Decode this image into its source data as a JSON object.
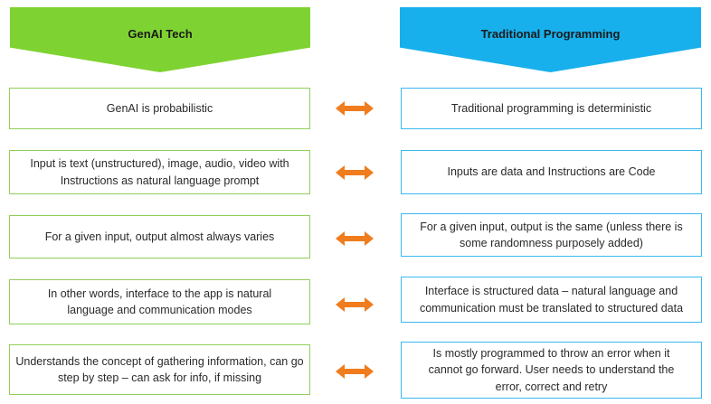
{
  "headers": {
    "left": "GenAI Tech",
    "right": "Traditional  Programming"
  },
  "left_color": "#7ed332",
  "right_color": "#18b0ec",
  "arrow_color": "#f07c1e",
  "rows": [
    {
      "left": "GenAI is probabilistic",
      "right": "Traditional programming is deterministic"
    },
    {
      "left": "Input is text (unstructured), image, audio, video with Instructions as natural language prompt",
      "right": "Inputs are data and Instructions are Code"
    },
    {
      "left": "For a given input, output almost always varies",
      "right": "For a given input, output is the same (unless there is some randomness purposely added)"
    },
    {
      "left": "In other words, interface to the app is natural language and communication modes",
      "right": "Interface is structured data – natural language and communication must be translated to structured data"
    },
    {
      "left": "Understands the concept of gathering information, can go step by step – can ask for info, if missing",
      "right": "Is mostly programmed to throw an error when it cannot go forward. User needs to understand the error,  correct and retry"
    }
  ]
}
